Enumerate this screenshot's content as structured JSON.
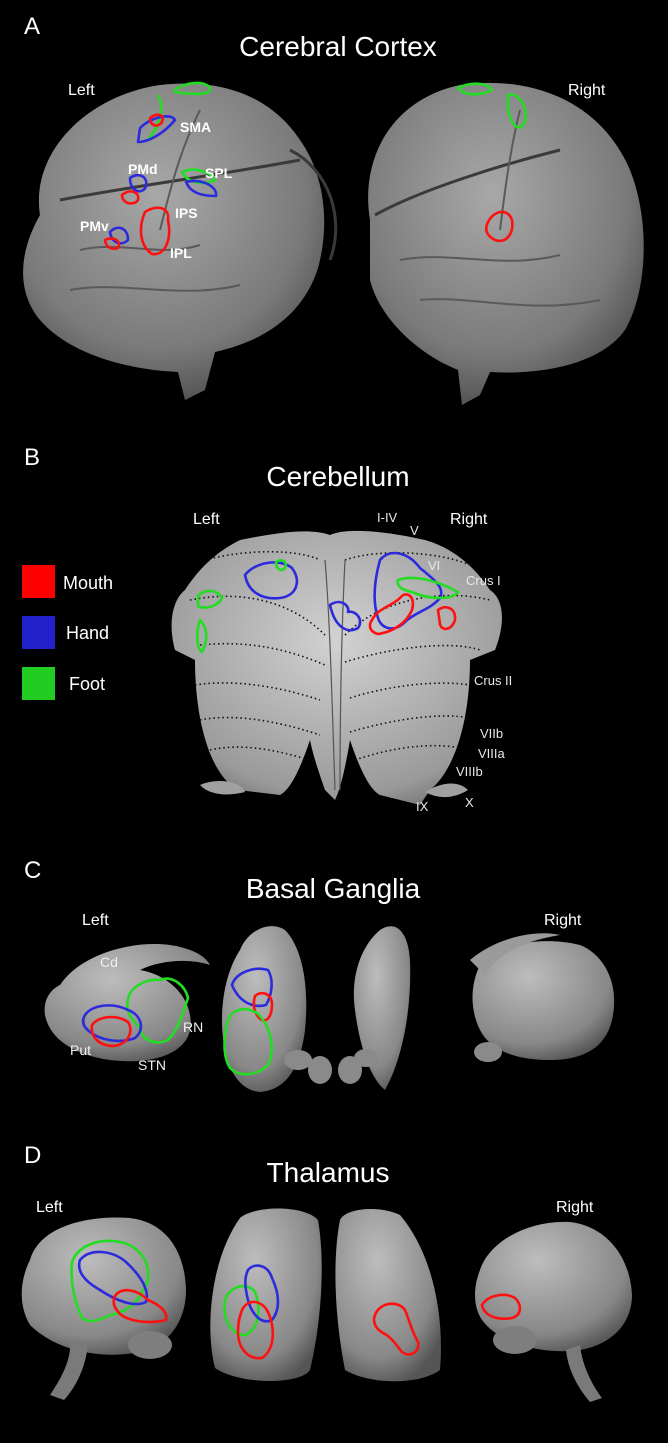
{
  "panels": {
    "a": {
      "letter": "A",
      "title": "Cerebral Cortex",
      "left_label": "Left",
      "right_label": "Right",
      "regions": [
        "SMA",
        "PMd",
        "SPL",
        "IPS",
        "PMv",
        "IPL"
      ]
    },
    "b": {
      "letter": "B",
      "title": "Cerebellum",
      "left_label": "Left",
      "right_label": "Right",
      "lobules": [
        "I-IV",
        "V",
        "VI",
        "Crus I",
        "Crus II",
        "VIIb",
        "VIIIa",
        "VIIIb",
        "IX",
        "X"
      ]
    },
    "c": {
      "letter": "C",
      "title": "Basal Ganglia",
      "left_label": "Left",
      "right_label": "Right",
      "regions": [
        "Cd",
        "RN",
        "Put",
        "STN"
      ]
    },
    "d": {
      "letter": "D",
      "title": "Thalamus",
      "left_label": "Left",
      "right_label": "Right"
    }
  },
  "legend": [
    {
      "label": "Mouth",
      "color": "#ff0000"
    },
    {
      "label": "Hand",
      "color": "#2222cc"
    },
    {
      "label": "Foot",
      "color": "#22cc22"
    }
  ],
  "colors": {
    "mouth": "#ff1010",
    "hand": "#2b2bdd",
    "foot": "#22dd22",
    "tissue": "#8c8c8c",
    "background": "#000000"
  }
}
